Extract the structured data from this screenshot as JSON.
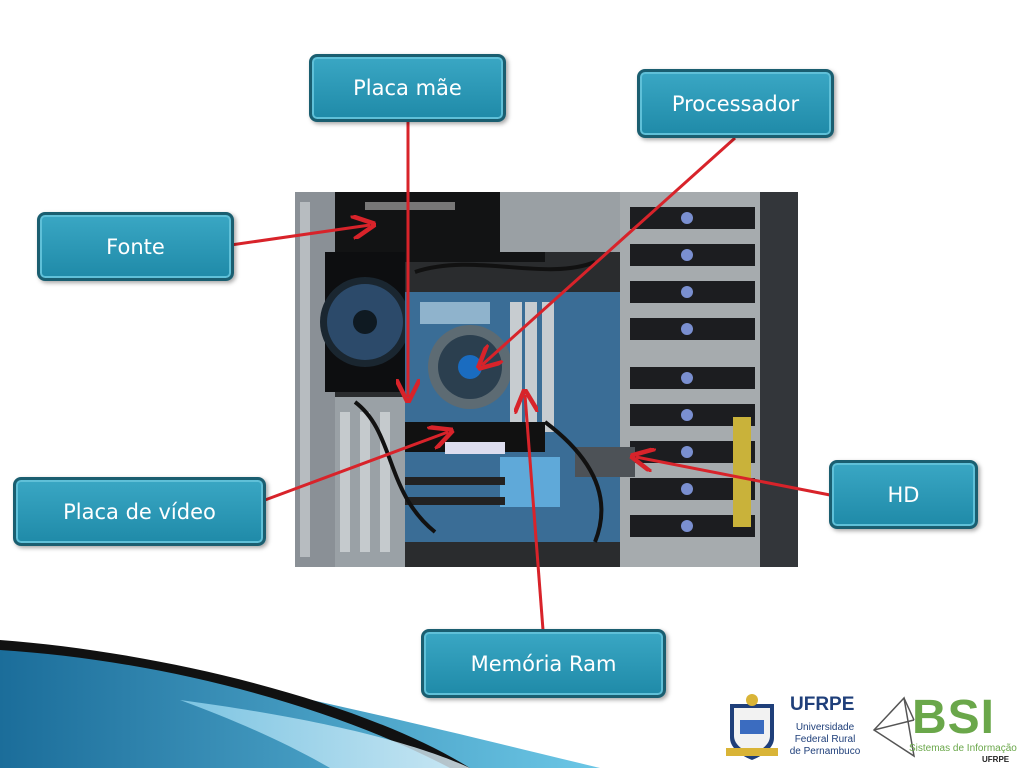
{
  "labels": {
    "placa_mae": "Placa mãe",
    "processador": "Processador",
    "fonte": "Fonte",
    "placa_video": "Placa de vídeo",
    "hd": "HD",
    "memoria_ram": "Memória Ram"
  },
  "logos": {
    "ufrpe_title": "UFRPE",
    "ufrpe_line1": "Universidade",
    "ufrpe_line2": "Federal Rural",
    "ufrpe_line3": "de Pernambuco",
    "bsi_title": "BSI",
    "bsi_subtitle": "Sistemas de Informação",
    "bsi_ufrpe": "UFRPE"
  },
  "colors": {
    "label_bg": "#2596b4",
    "label_border": "#1a5e70",
    "arrow": "#d8232a",
    "bsi_green": "#6aa74a",
    "ufrpe_blue": "#1f3f7a"
  }
}
